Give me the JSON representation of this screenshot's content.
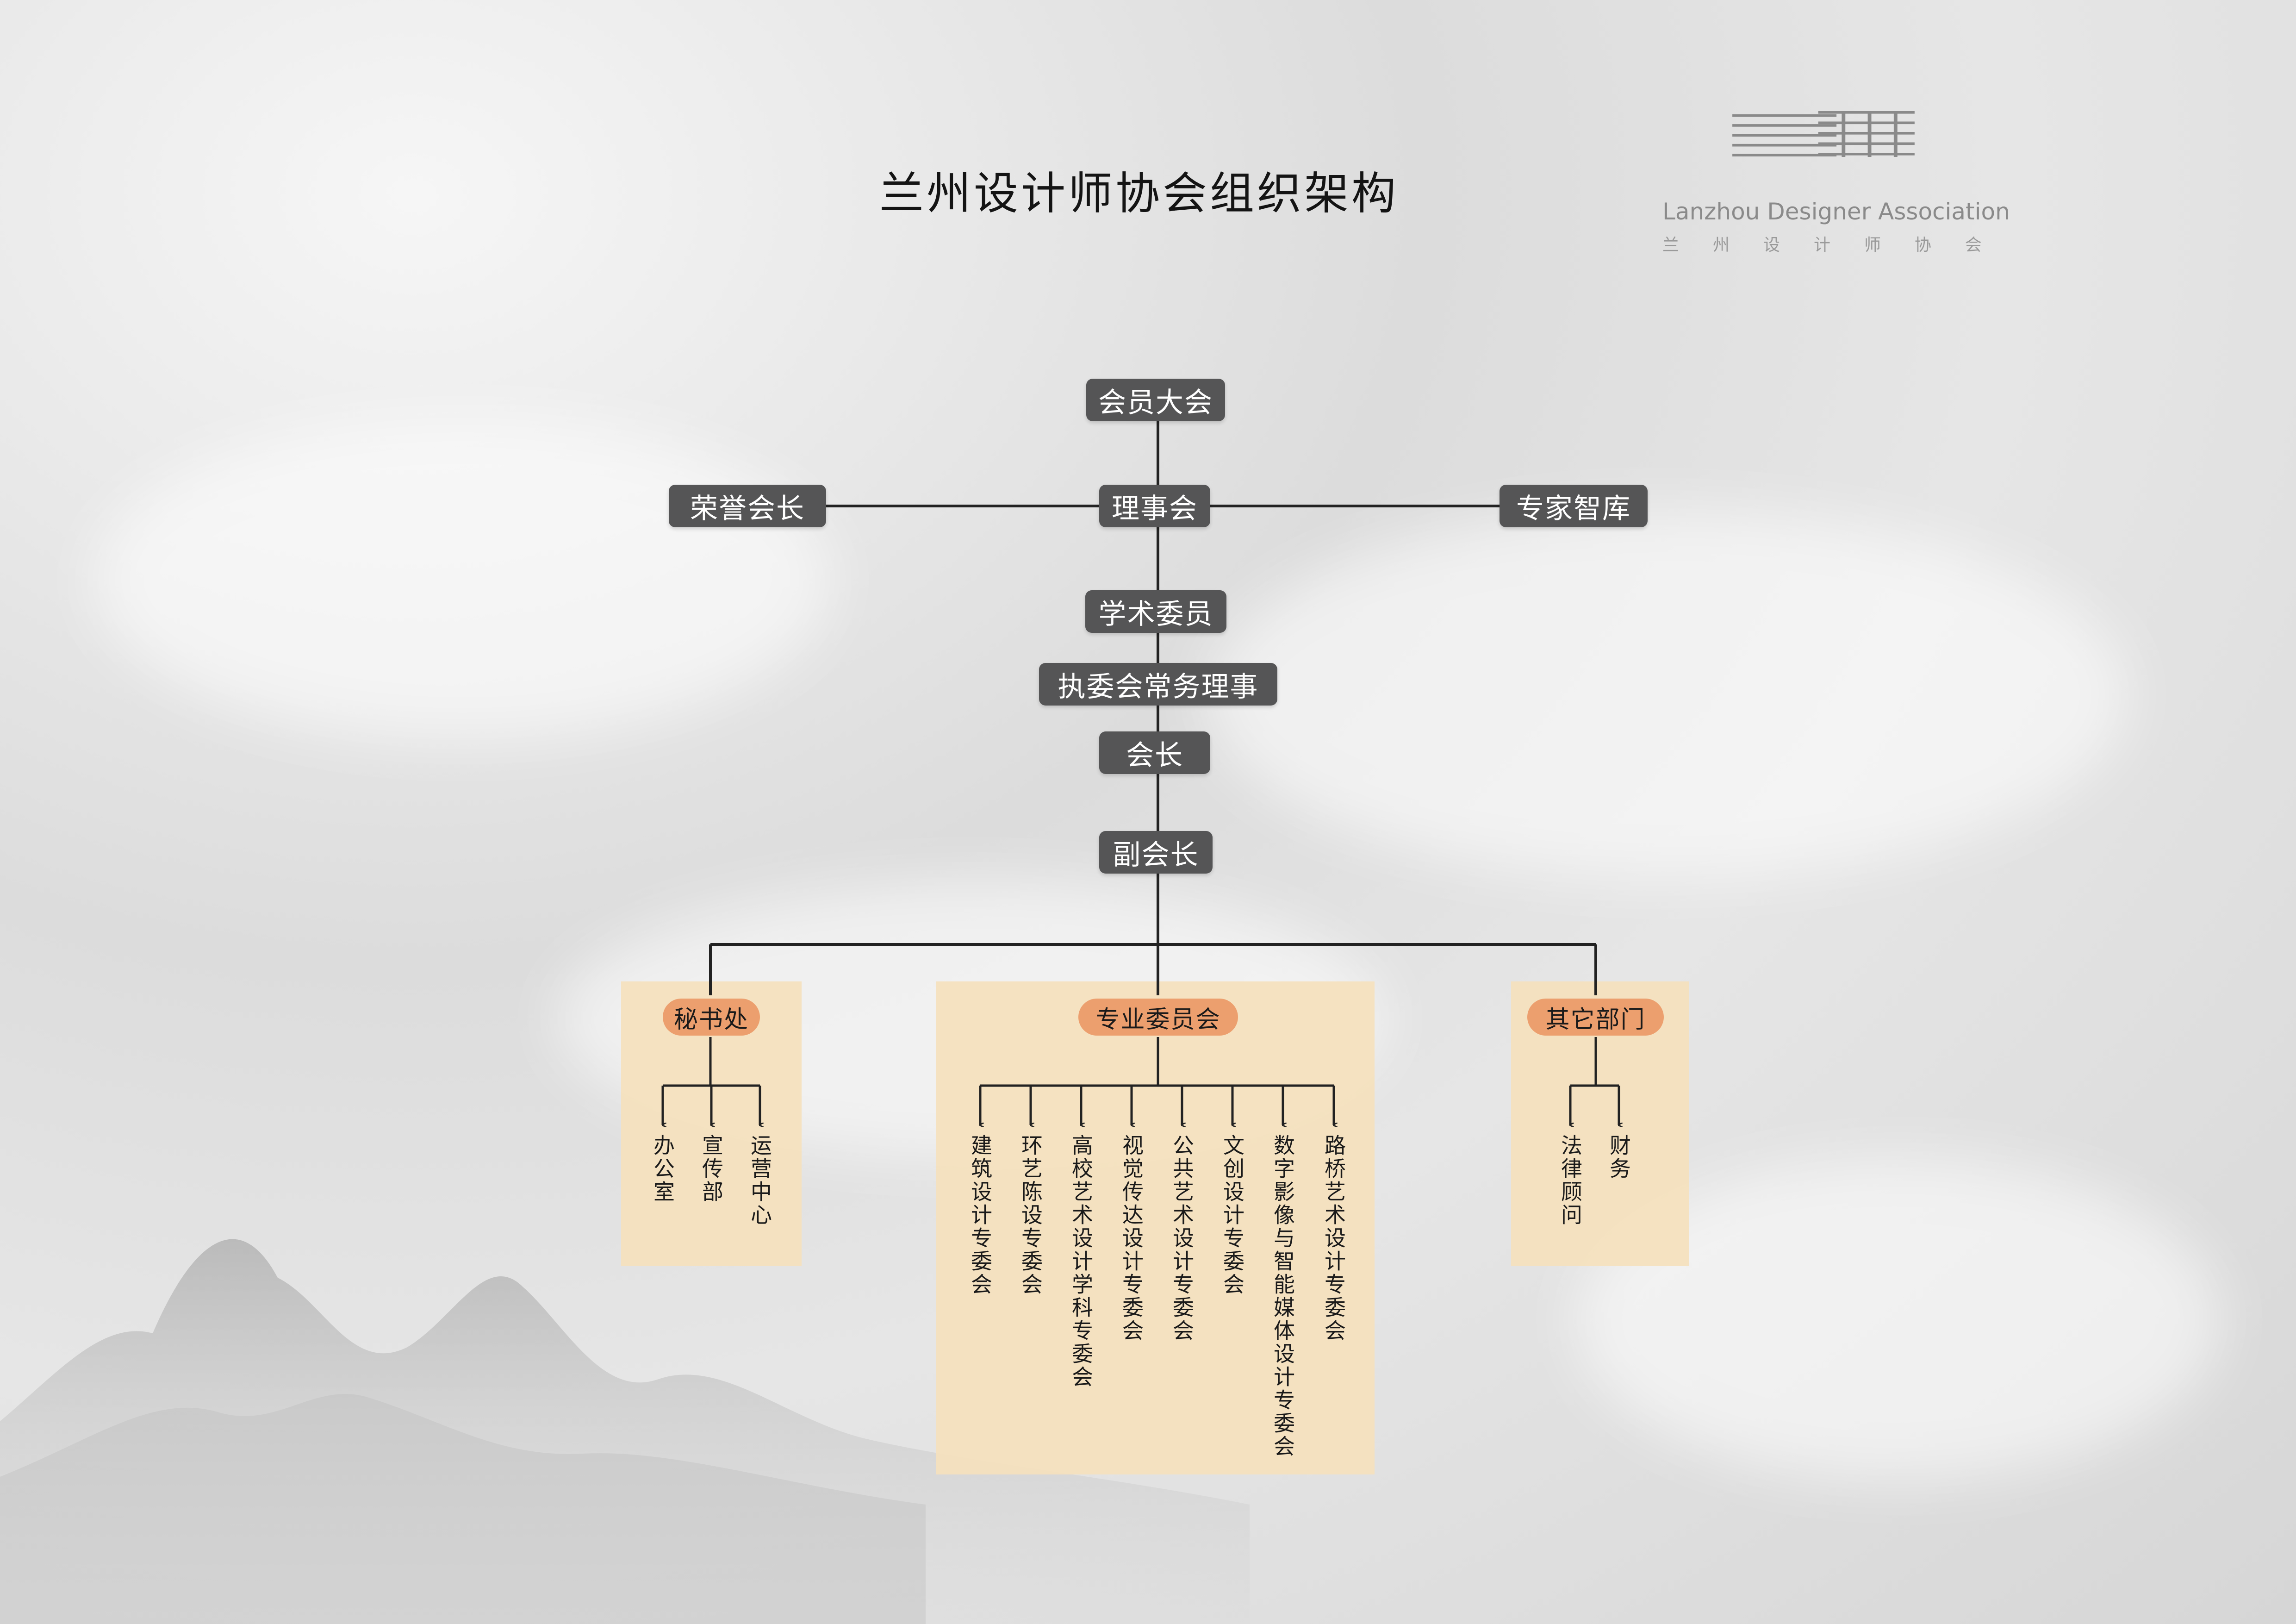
{
  "title": "兰州设计师协会组织架构",
  "logo": {
    "name_en": "Lanzhou Designer Association",
    "name_cn_chars": [
      "兰",
      "州",
      "设",
      "计",
      "师",
      "协",
      "会"
    ]
  },
  "top_nodes": {
    "general_assembly": "会员大会",
    "council": "理事会",
    "honorary_president": "荣誉会长",
    "expert_think_tank": "专家智库",
    "academic_committee": "学术委员",
    "executive_standing_council": "执委会常务理事",
    "president": "会长",
    "vice_president": "副会长"
  },
  "departments": {
    "secretariat": {
      "label": "秘书处",
      "items": [
        "办公室",
        "宣传部",
        "运营中心"
      ]
    },
    "professional_committees": {
      "label": "专业委员会",
      "items": [
        "建筑设计专委会",
        "环艺陈设专委会",
        "高校艺术设计学科专委会",
        "视觉传达设计专委会",
        "公共艺术设计专委会",
        "文创设计专委会",
        "数字影像与智能媒体设计专委会",
        "路桥艺术设计专委会"
      ]
    },
    "other_departments": {
      "label": "其它部门",
      "items": [
        "法律顾问",
        "财务"
      ]
    }
  },
  "colors": {
    "node_bg": "#555556",
    "panel_bg": "#f5e1bd",
    "pill_bg": "#ec9f6e",
    "line": "#222222"
  }
}
